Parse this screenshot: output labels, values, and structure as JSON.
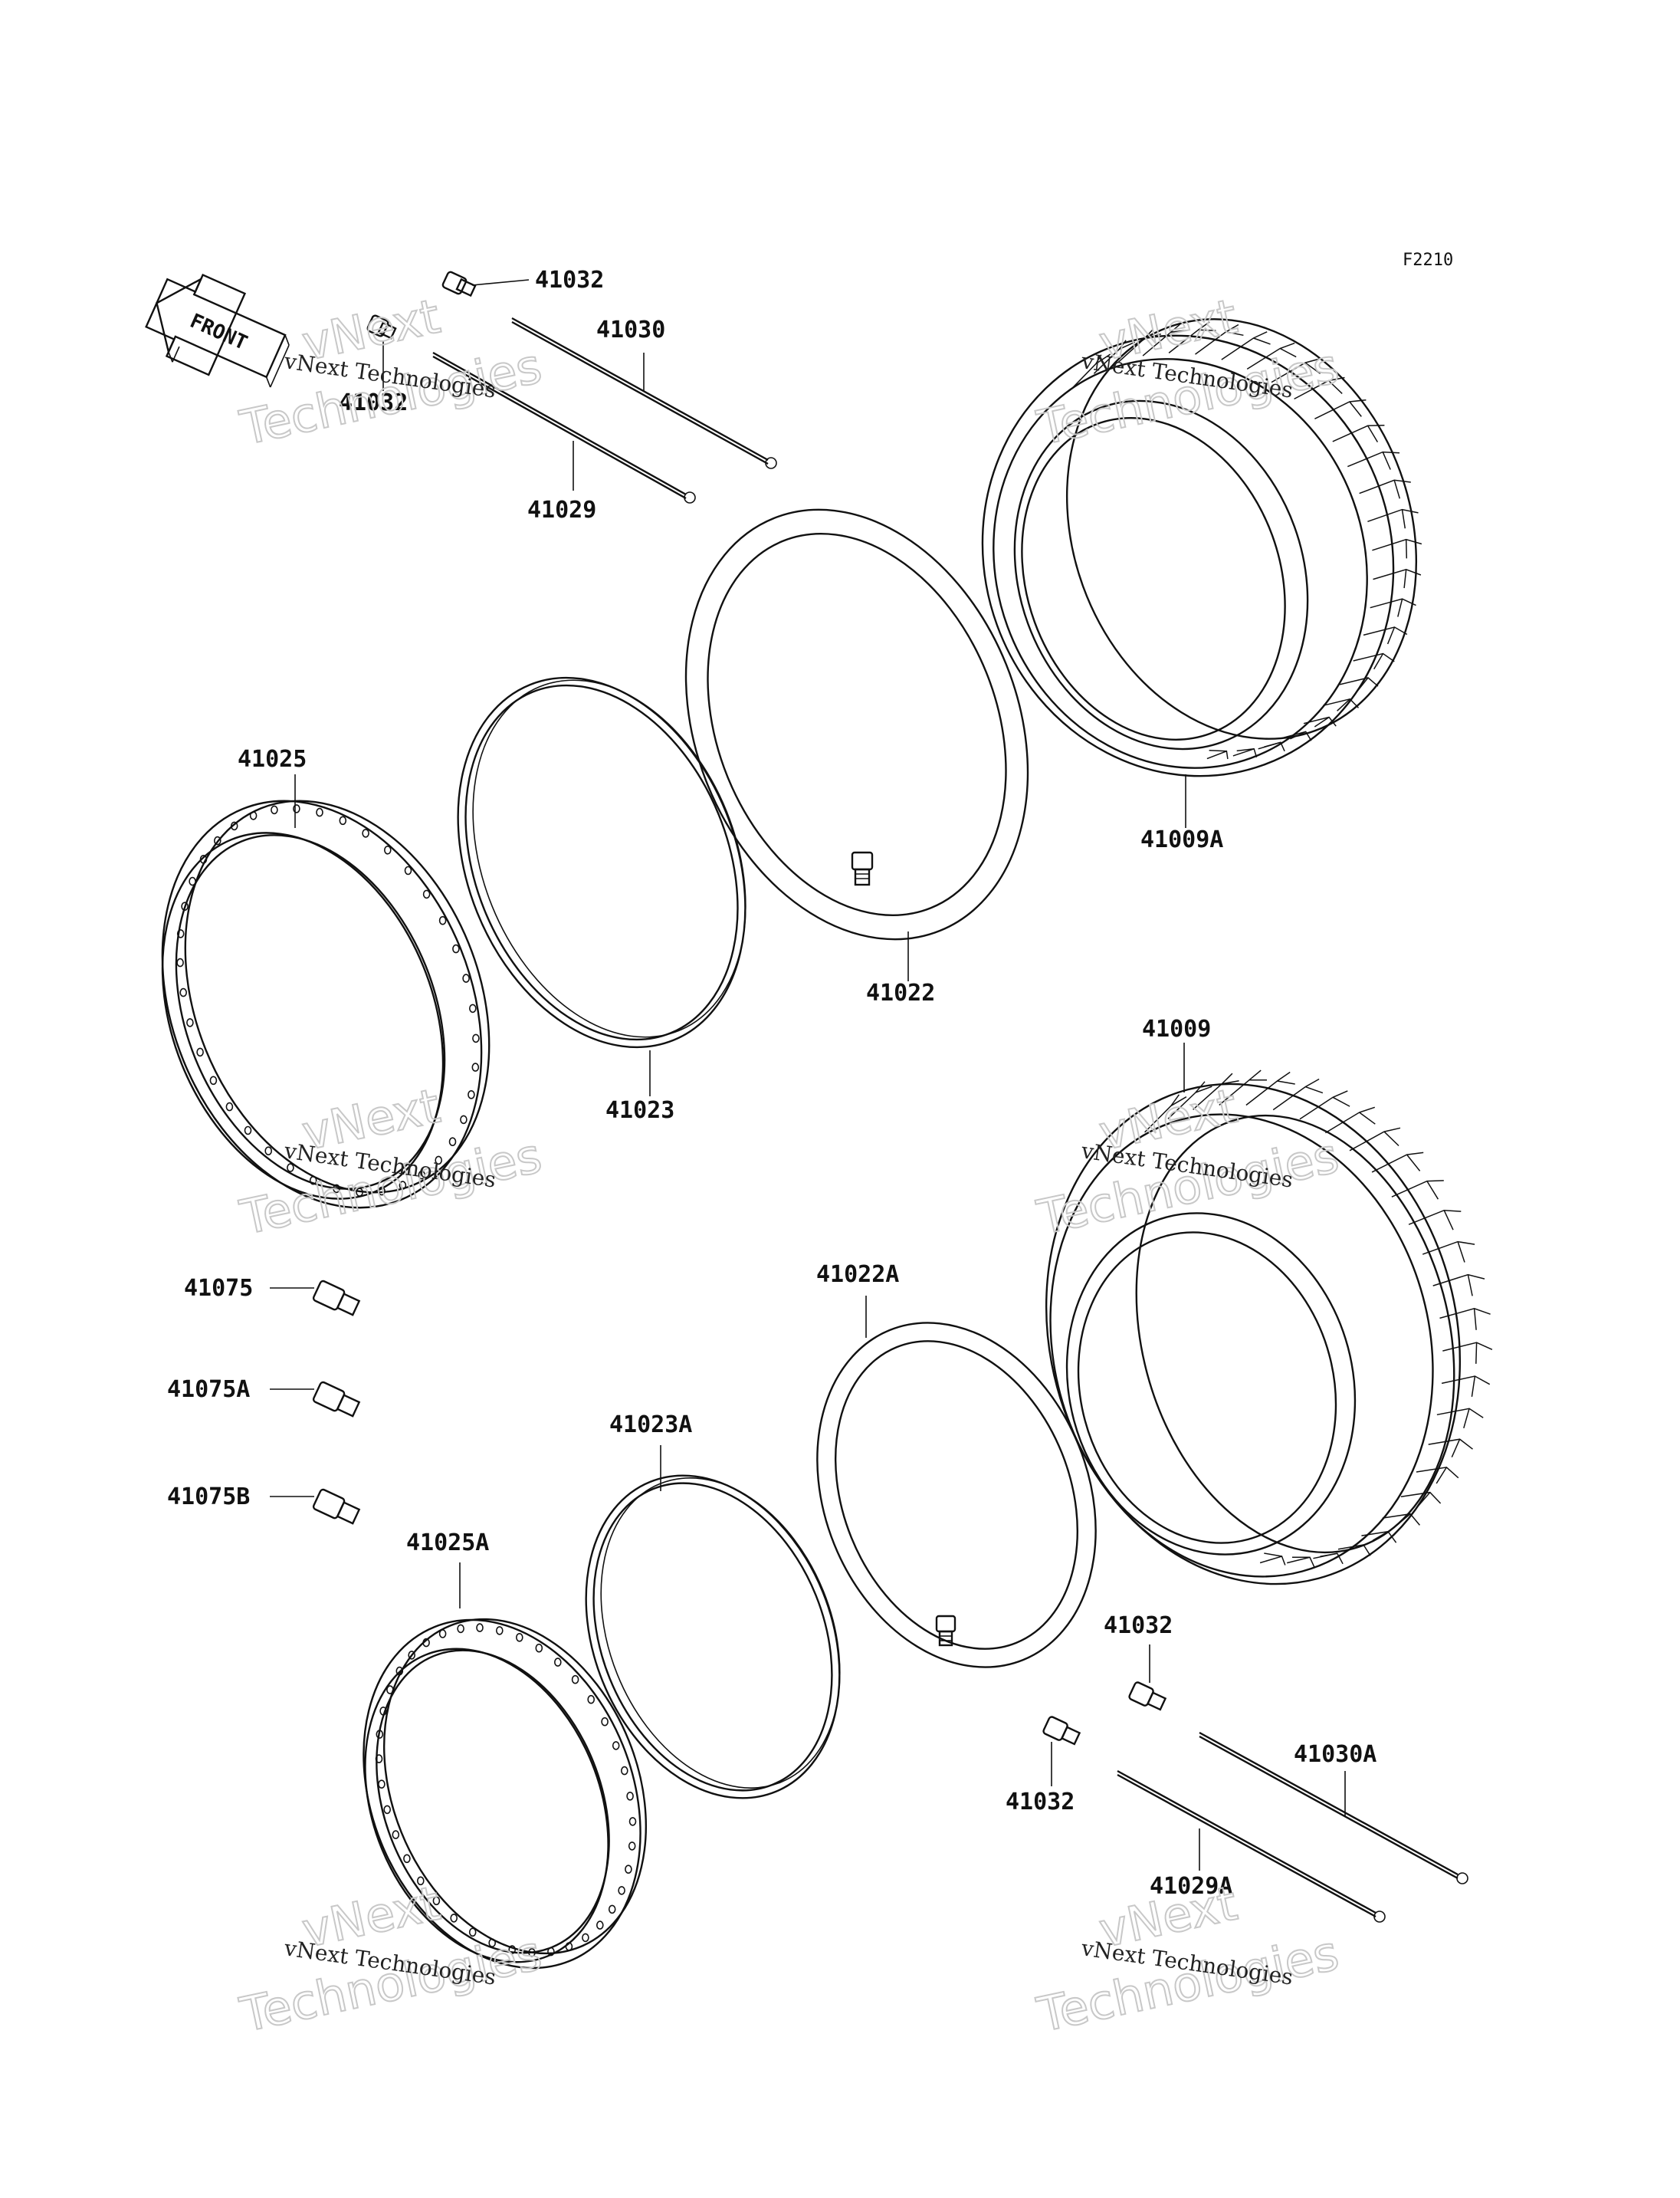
{
  "diagram_ref": "F2210",
  "front_label": "FRONT",
  "watermark": {
    "line1": "vNext Technologies",
    "big1": "vNext",
    "big2": "Technologies"
  },
  "parts": {
    "p41032_a": "41032",
    "p41030": "41030",
    "p41032_b": "41032",
    "p41029": "41029",
    "p41025": "41025",
    "p41023": "41023",
    "p41022": "41022",
    "p41009A": "41009A",
    "p41009": "41009",
    "p41075": "41075",
    "p41075A": "41075A",
    "p41075B": "41075B",
    "p41022A": "41022A",
    "p41023A": "41023A",
    "p41025A": "41025A",
    "p41032_c": "41032",
    "p41032_d": "41032",
    "p41030A": "41030A",
    "p41029A": "41029A"
  },
  "colors": {
    "line": "#111111",
    "watermark": "#c8c8c8",
    "background": "#ffffff"
  }
}
